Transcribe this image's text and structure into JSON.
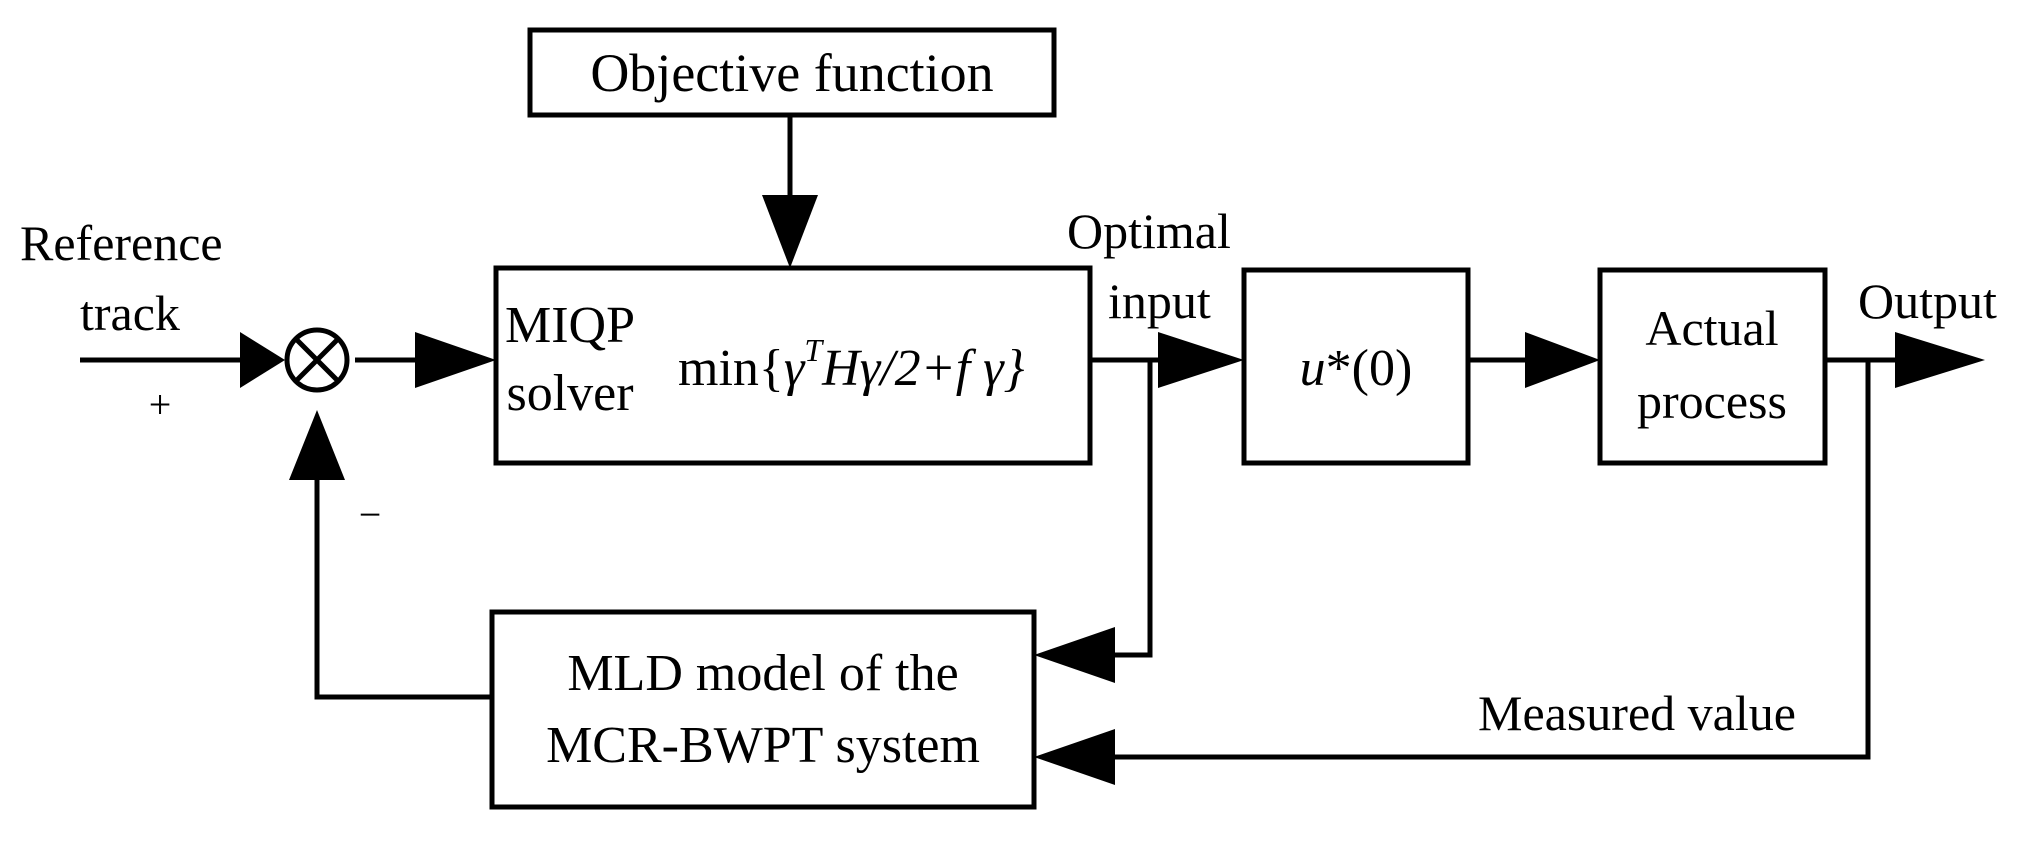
{
  "blocks": {
    "objective": {
      "label": "Objective function"
    },
    "miqp": {
      "label_line1": "MIQP",
      "label_line2": "solver",
      "formula": {
        "prefix": "min{",
        "gamma": "γ",
        "sup": "T",
        "rest": "Hγ/2+f γ}"
      }
    },
    "u0": {
      "u": "u",
      "rest": "*(0)"
    },
    "actual_process": {
      "line1": "Actual",
      "line2": "process"
    },
    "mld_model": {
      "line1": "MLD model of the",
      "line2": "MCR-BWPT system"
    }
  },
  "signals": {
    "reference": {
      "line1": "Reference",
      "line2": "track"
    },
    "optimal_input": {
      "line1": "Optimal",
      "line2": "input"
    },
    "output": "Output",
    "measured": "Measured value",
    "plus": "+",
    "minus": "−"
  },
  "summing_junction": {
    "symbol": "⊗"
  }
}
